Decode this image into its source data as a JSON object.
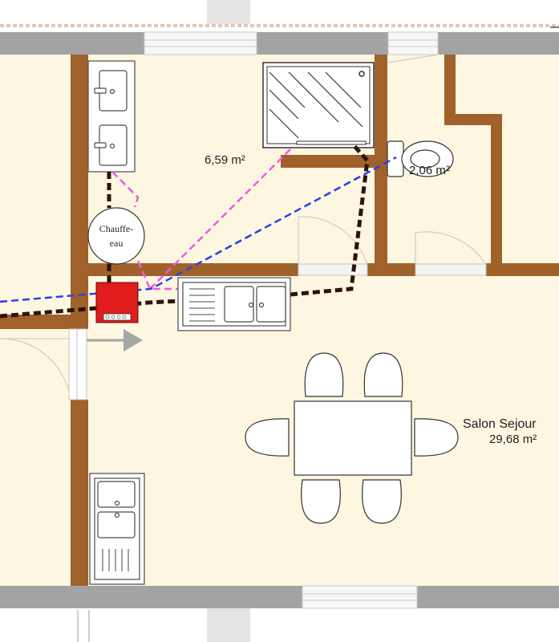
{
  "rooms": {
    "bathroom_area": "6,59 m²",
    "wc_area": "2,06 m²",
    "living_name": "Salon Sejour",
    "living_area": "29,68 m²"
  },
  "fixtures": {
    "water_heater_line1": "Chauffe-",
    "water_heater_line2": "eau"
  },
  "colors": {
    "floor": "#fdf6e1",
    "wall_wood": "#a0622a",
    "wall_outer": "#a3a3a3",
    "pipe_black": "#2a140c",
    "pipe_pink": "#ee5ce0",
    "pipe_blue": "#2e3ee8",
    "meter_red": "#e01c1c",
    "arrow_gray": "#a6a6a6"
  },
  "icons": {
    "entry_arrow": "arrow-right-icon",
    "meter": "electric-meter-icon"
  }
}
